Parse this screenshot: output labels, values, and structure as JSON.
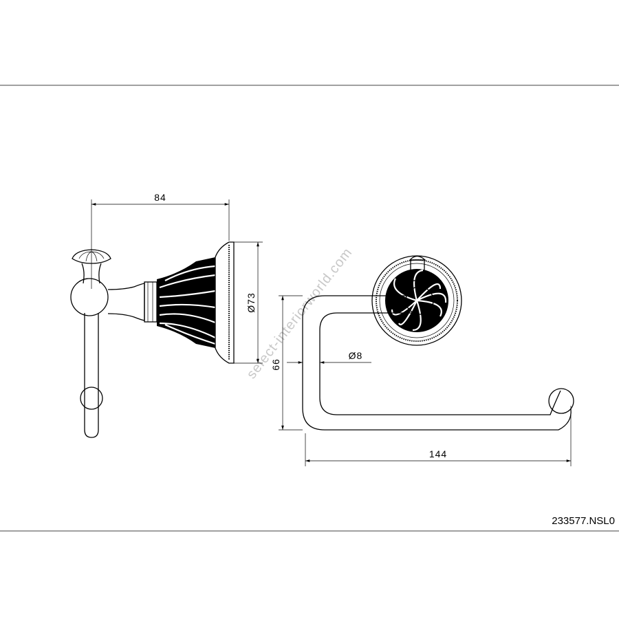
{
  "drawing": {
    "dimensions": {
      "side_depth": "84",
      "rosette_diameter": "Ø73",
      "height": "66",
      "rod_diameter": "Ø8",
      "width": "144"
    },
    "product_code": "233577.NSL0",
    "watermark": "select-interiorworld.com"
  }
}
